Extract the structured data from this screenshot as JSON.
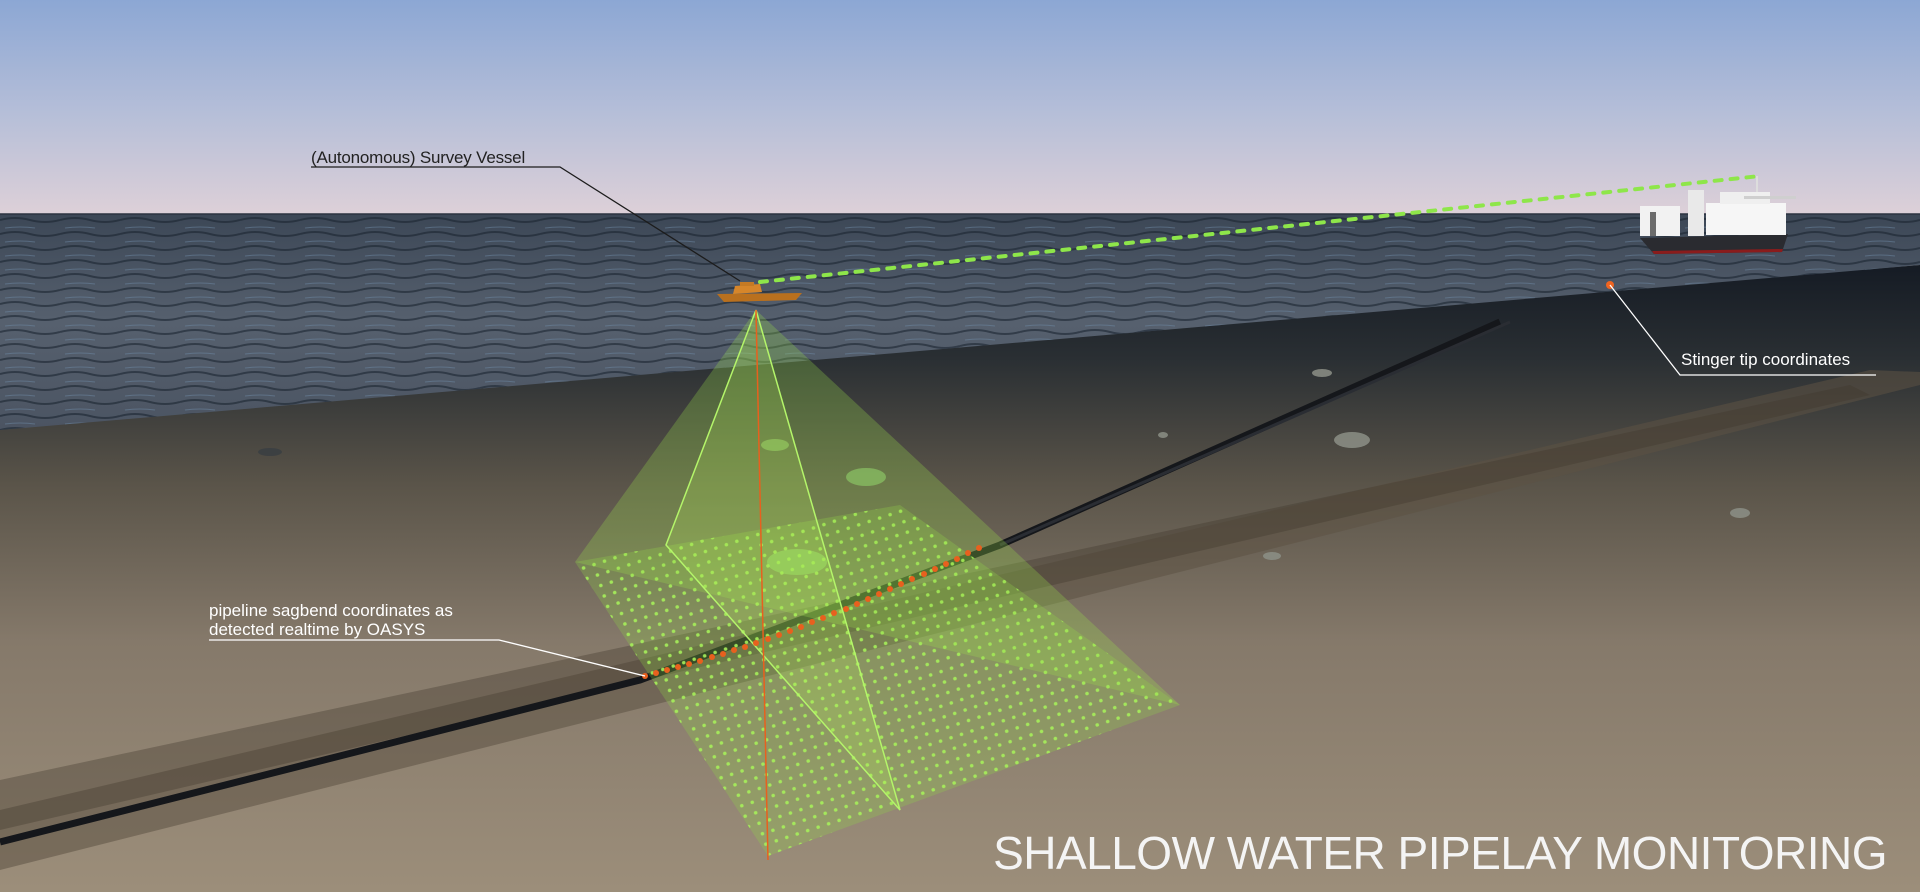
{
  "diagram": {
    "title": "SHALLOW WATER PIPELAY MONITORING",
    "callouts": [
      {
        "id": "survey-vessel",
        "text": "(Autonomous) Survey Vessel"
      },
      {
        "id": "stinger-tip",
        "text": "Stinger tip coordinates"
      },
      {
        "id": "sagbend",
        "line1": "pipeline sagbend coordinates as",
        "line2": "detected realtime by OASYS"
      }
    ],
    "objects": [
      "autonomous-survey-vessel",
      "pipelay-vessel",
      "sonar-scan-cone",
      "sonar-point-grid",
      "pipeline",
      "sagbend-coordinate-points",
      "stinger-tip-point",
      "communication-link",
      "seabed-boulders",
      "pipe-trench"
    ],
    "colors": {
      "sky_top": "#8fa8d2",
      "sky_horizon": "#ddd0d8",
      "water": "#4a5563",
      "seabed_dark": "#1f2630",
      "seabed_light": "#9a8c78",
      "scan_green": "#9be04a",
      "point_green": "#a6f05a",
      "coord_orange": "#e8601e",
      "pipeline": "#1a1c20",
      "callout_line_light": "#ffffff",
      "callout_line_dark": "#1a1a1a"
    }
  }
}
